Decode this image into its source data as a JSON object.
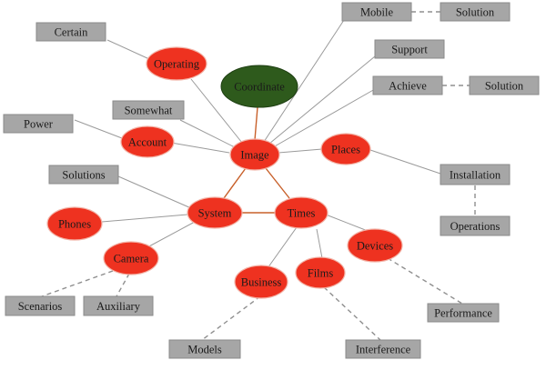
{
  "colors": {
    "oval_fill": "#ee3220",
    "oval_stroke": "#f2b4a8",
    "center_fill": "#2e5a1c",
    "center_stroke": "#1e3e12",
    "box_fill": "#a6a6a6",
    "box_stroke": "#8a8a8a",
    "line_gray": "#9a9a9a",
    "line_orange": "#c8602a",
    "dash_gray": "#8f8f8f"
  },
  "ovals": {
    "operating": "Operating",
    "coordinate": "Coordinate",
    "account": "Account",
    "image": "Image",
    "places": "Places",
    "system": "System",
    "times": "Times",
    "phones": "Phones",
    "camera": "Camera",
    "devices": "Devices",
    "business": "Business",
    "films": "Films"
  },
  "boxes": {
    "mobile": "Mobile",
    "solution_top": "Solution",
    "certain": "Certain",
    "support": "Support",
    "achieve": "Achieve",
    "solution_right": "Solution",
    "somewhat": "Somewhat",
    "power": "Power",
    "solutions": "Solutions",
    "installation": "Installation",
    "operations": "Operations",
    "scenarios": "Scenarios",
    "auxiliary": "Auxiliary",
    "performance": "Performance",
    "models": "Models",
    "interference": "Interference"
  }
}
